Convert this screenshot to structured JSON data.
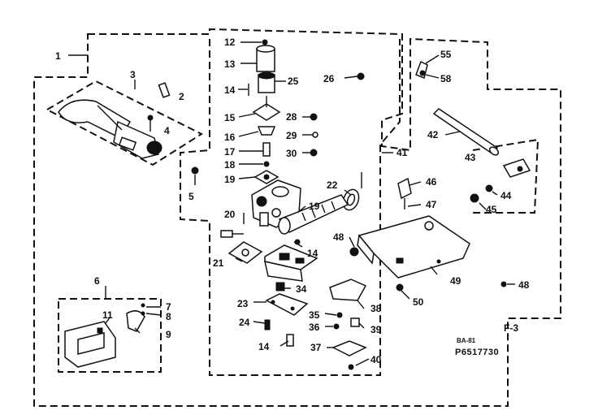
{
  "labels": {
    "l1": "1",
    "l2": "2",
    "l3": "3",
    "l4": "4",
    "l5": "5",
    "l6": "6",
    "l7": "7",
    "l8": "8",
    "l9": "9",
    "l11": "11",
    "l12": "12",
    "l13": "13",
    "l14a": "14",
    "l14b": "14",
    "l14c": "14",
    "l15": "15",
    "l16": "16",
    "l17": "17",
    "l18": "18",
    "l19a": "19",
    "l19b": "19",
    "l20": "20",
    "l21": "21",
    "l22": "22",
    "l23": "23",
    "l24": "24",
    "l25": "25",
    "l26": "26",
    "l28": "28",
    "l29": "29",
    "l30": "30",
    "l34": "34",
    "l35": "35",
    "l36": "36",
    "l37": "37",
    "l38": "38",
    "l39": "39",
    "l40": "40",
    "l41": "41",
    "l42": "42",
    "l43": "43",
    "l44": "44",
    "l45": "45",
    "l46": "46",
    "l47": "47",
    "l48a": "48",
    "l48b": "48",
    "l49": "49",
    "l50": "50",
    "l55": "55",
    "l58": "58"
  },
  "figure_id": "F-3",
  "part_code_small": "BA-81",
  "part_code": "P6517730"
}
